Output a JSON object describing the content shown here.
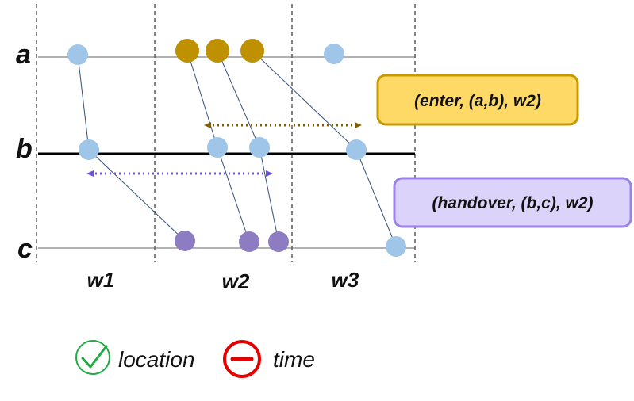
{
  "lanes": [
    {
      "id": "a",
      "label": "a"
    },
    {
      "id": "b",
      "label": "b"
    },
    {
      "id": "c",
      "label": "c"
    }
  ],
  "windows": [
    "w1",
    "w2",
    "w3"
  ],
  "events": [
    {
      "id": "enter",
      "label": "(enter, (a,b), w2)",
      "color": "#ffd966",
      "border": "#c89a00"
    },
    {
      "id": "handover",
      "label": "(handover, (b,c), w2)",
      "color": "#dcd3fb",
      "border": "#9b82e8"
    }
  ],
  "legend": {
    "location_label": "location",
    "location_icon": "check-circle-icon",
    "time_label": "time",
    "time_icon": "minus-circle-icon"
  },
  "colors": {
    "blue_node": "#9fc5e8",
    "gold_node": "#bf9000",
    "purple_node": "#8e7cc3",
    "enter_arrow": "#7f6000",
    "handover_arrow": "#6d4fe0",
    "check": "#22aa44",
    "minus": "#e60000"
  }
}
